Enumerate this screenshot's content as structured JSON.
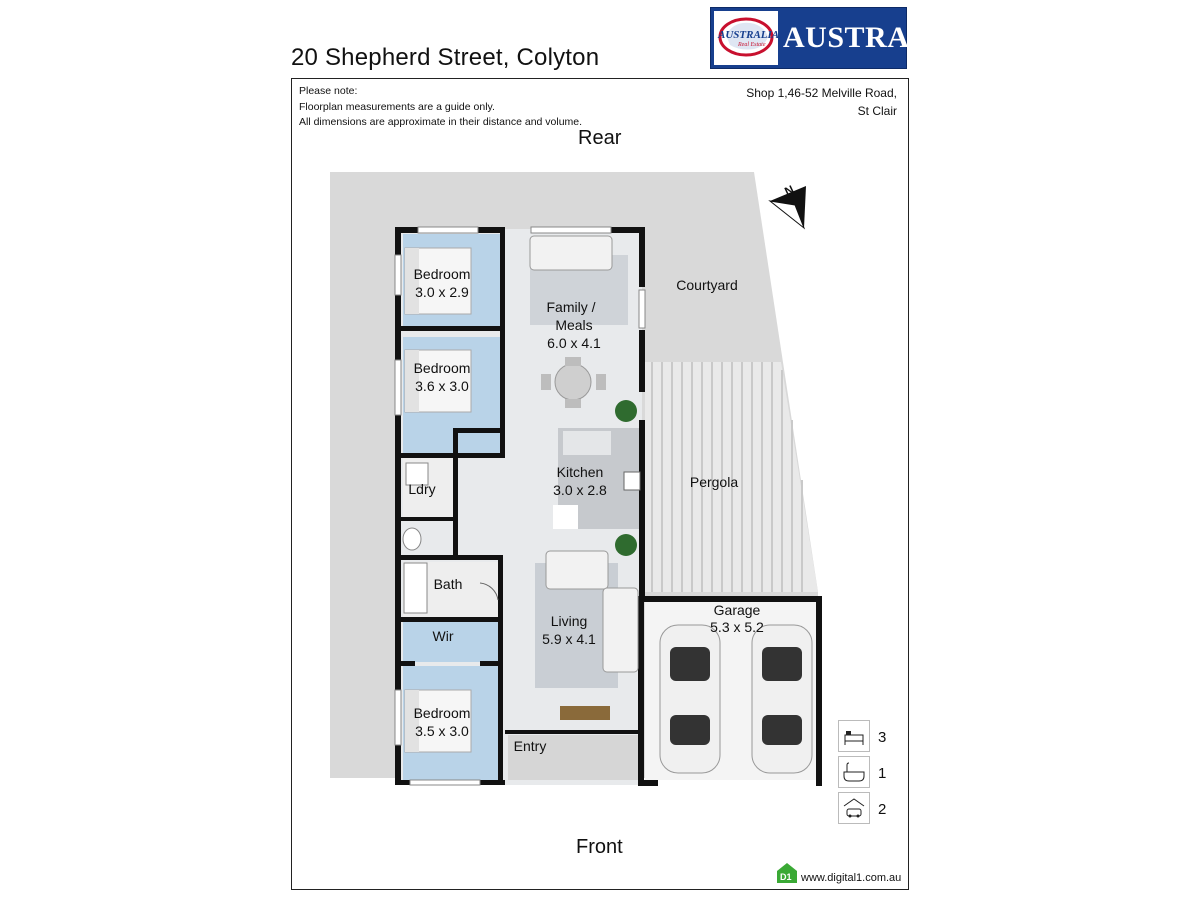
{
  "header": {
    "address": "20 Shepherd Street, Colyton",
    "logo_text": "AUSTRALIAN",
    "logo_badge_main": "AUSTRALIAN",
    "logo_badge_sub": "Real Estate"
  },
  "notes": {
    "line1": "Please note:",
    "line2": "Floorplan measurements are a guide only.",
    "line3": "All dimensions are approximate in their distance and volume."
  },
  "agent": {
    "line1": "Shop 1,46-52 Melville Road,",
    "line2": "St Clair"
  },
  "orientation": {
    "rear": "Rear",
    "front": "Front",
    "north": "N"
  },
  "rooms": {
    "bedroom1": {
      "name": "Bedroom",
      "size": "3.0 x 2.9"
    },
    "bedroom2": {
      "name": "Bedroom",
      "size": "3.6 x 3.0"
    },
    "bedroom3": {
      "name": "Bedroom",
      "size": "3.5 x 3.0"
    },
    "family": {
      "name1": "Family /",
      "name2": "Meals",
      "size": "6.0 x 4.1"
    },
    "kitchen": {
      "name": "Kitchen",
      "size": "3.0 x 2.8"
    },
    "living": {
      "name": "Living",
      "size": "5.9 x 4.1"
    },
    "garage": {
      "name": "Garage",
      "size": "5.3 x 5.2"
    },
    "laundry": "Ldry",
    "bath": "Bath",
    "wir": "Wir",
    "entry": "Entry",
    "courtyard": "Courtyard",
    "pergola": "Pergola"
  },
  "features": [
    {
      "icon": "bed-icon",
      "count": "3"
    },
    {
      "icon": "bath-icon",
      "count": "1"
    },
    {
      "icon": "car-icon",
      "count": "2"
    }
  ],
  "footer": {
    "logo": "D1",
    "website": "www.digital1.com.au"
  },
  "colors": {
    "wall": "#111111",
    "bedroom_floor": "#b9d3e8",
    "interior_floor": "#e6e8ea",
    "outdoor": "#d9d9d9",
    "logo_blue": "#173f8e"
  }
}
